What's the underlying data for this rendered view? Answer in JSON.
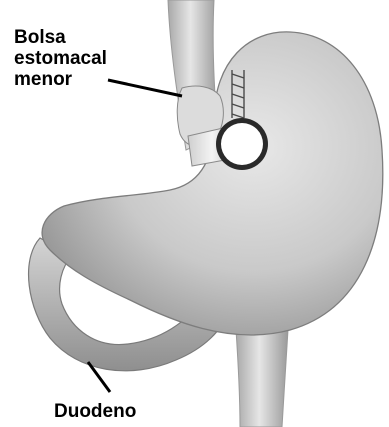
{
  "labels": {
    "pouch": [
      "Bolsa",
      "estomacal",
      "menor"
    ],
    "duodenum": "Duodeno"
  },
  "colors": {
    "background": "#ffffff",
    "stomach_light": "#e2e2e2",
    "stomach_mid": "#b9b9b9",
    "stomach_dark": "#7d7d7d",
    "band": "#e9e9e9",
    "leader_line": "#000000",
    "label_text": "#000000"
  },
  "icons": {
    "port": "access-port-ring",
    "staples": "staple-line",
    "band": "gastric-band"
  }
}
